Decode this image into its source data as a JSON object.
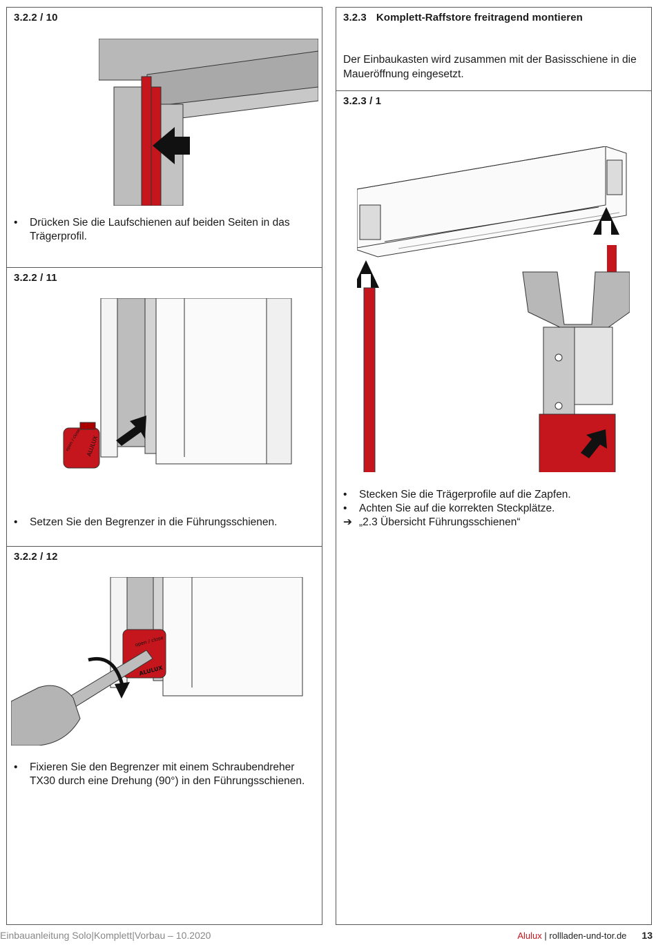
{
  "left": {
    "s1": {
      "title": "3.2.2 / 10",
      "bullets": [
        "Drücken Sie die Laufschienen auf beiden Seiten in das Trägerprofil."
      ]
    },
    "s2": {
      "title": "3.2.2 / 11",
      "bullets": [
        "Setzen Sie den Begrenzer in die Führungsschienen."
      ],
      "cap_text": "ALULUX",
      "cap_small": "open / close"
    },
    "s3": {
      "title": "3.2.2 / 12",
      "bullets": [
        "Fixieren Sie den Begrenzer mit einem Schraubendreher TX30 durch eine Drehung (90°) in den Führungsschienen."
      ],
      "cap_text": "ALULUX",
      "cap_small": "open / close"
    }
  },
  "right": {
    "heading_num": "3.2.3",
    "heading_text": "Komplett-Raffstore freitragend montieren",
    "intro": "Der Einbaukasten wird zusammen mit der Basisschiene in die Maueröffnung eingesetzt.",
    "s1": {
      "title": "3.2.3 / 1",
      "bullets": [
        "Stecken Sie die Trägerprofile auf die Zapfen.",
        "Achten Sie auf die korrekten Steckplätze."
      ],
      "link_marker": "➔",
      "link_text": "„2.3 Übersicht Führungsschienen“"
    }
  },
  "footer": {
    "left": "Einbauanleitung Solo|Komplett|Vorbau – 10.2020",
    "brand": "Alulux",
    "sep": " | ",
    "site": "rollladen-und-tor.de",
    "page": "13"
  },
  "colors": {
    "red": "#c4161c",
    "grey": "#b4b4b4",
    "line": "#555555"
  },
  "icons": {
    "bullet": "•",
    "arrow": "arrow-icon"
  }
}
